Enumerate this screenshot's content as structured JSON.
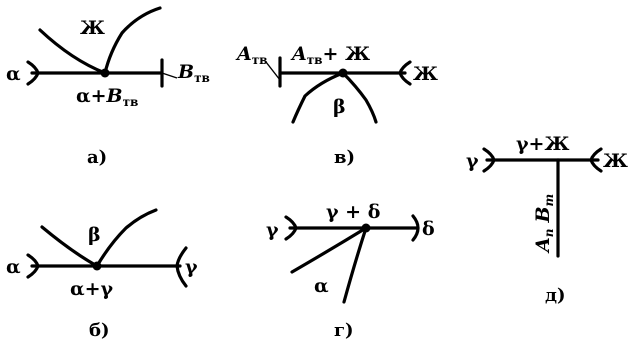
{
  "diagrams": {
    "a": {
      "caption": "а)",
      "phase_left": "α",
      "phase_top": "Ж",
      "node_label_main": "α+",
      "node_label_B": "B",
      "node_label_sub": "тв",
      "right_label_B": "B",
      "right_label_sub": "тв"
    },
    "b": {
      "caption": "б)",
      "phase_left": "α",
      "phase_top": "β",
      "phase_right": "γ",
      "node_label": "α+γ"
    },
    "v": {
      "caption": "в)",
      "left_label_A": "A",
      "left_label_sub": "тв",
      "node_label_A": "A",
      "node_label_sub": "тв",
      "node_label_rest": "+ Ж",
      "phase_right": "Ж",
      "phase_bottom": "β"
    },
    "g": {
      "caption": "г)",
      "phase_left": "γ",
      "phase_right": "δ",
      "node_label": "γ + δ",
      "phase_bottom": "α"
    },
    "d": {
      "caption": "д)",
      "phase_left": "γ",
      "phase_right": "Ж",
      "node_label": "γ+Ж",
      "vertical_A": "A",
      "vertical_A_sub": "n",
      "vertical_B": "B",
      "vertical_B_sub": "m"
    }
  }
}
